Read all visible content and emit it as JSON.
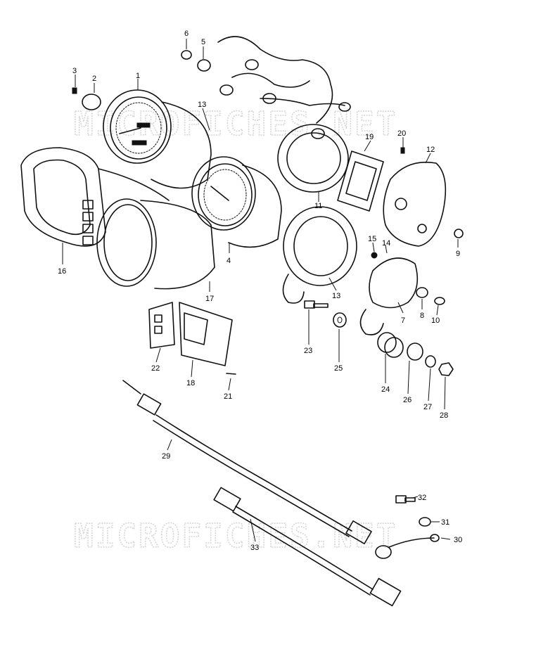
{
  "watermarks": [
    "MICROFICHES.NET",
    "MICROFICHES.NET"
  ],
  "part_labels": [
    "1",
    "2",
    "3",
    "4",
    "5",
    "6",
    "7",
    "8",
    "9",
    "10",
    "11",
    "12",
    "13",
    "13",
    "14",
    "15",
    "16",
    "17",
    "18",
    "19",
    "20",
    "21",
    "22",
    "23",
    "24",
    "25",
    "26",
    "27",
    "28",
    "29",
    "30",
    "31",
    "32",
    "33"
  ]
}
